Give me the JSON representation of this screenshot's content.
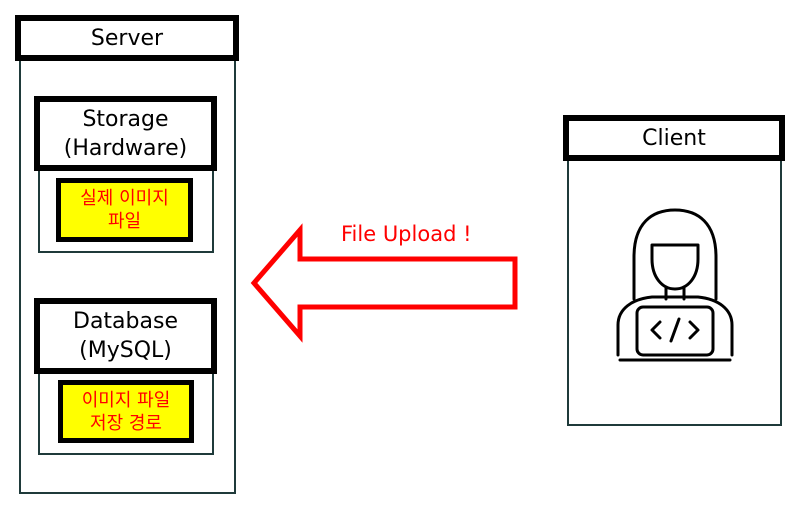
{
  "server": {
    "title": "Server"
  },
  "storage": {
    "title_line1": "Storage",
    "title_line2": "(Hardware)",
    "content_line1": "실제 이미지",
    "content_line2": "파일"
  },
  "database": {
    "title_line1": "Database",
    "title_line2": "(MySQL)",
    "content_line1": "이미지 파일",
    "content_line2": "저장 경로"
  },
  "client": {
    "title": "Client",
    "icon": "developer-laptop-icon"
  },
  "upload_arrow": {
    "label": "File Upload !",
    "color": "#ff0000"
  },
  "colors": {
    "highlight_fill": "#ffff00",
    "highlight_text": "#ff0000",
    "border_dark": "#000000",
    "container_border": "#1f3a3a"
  }
}
